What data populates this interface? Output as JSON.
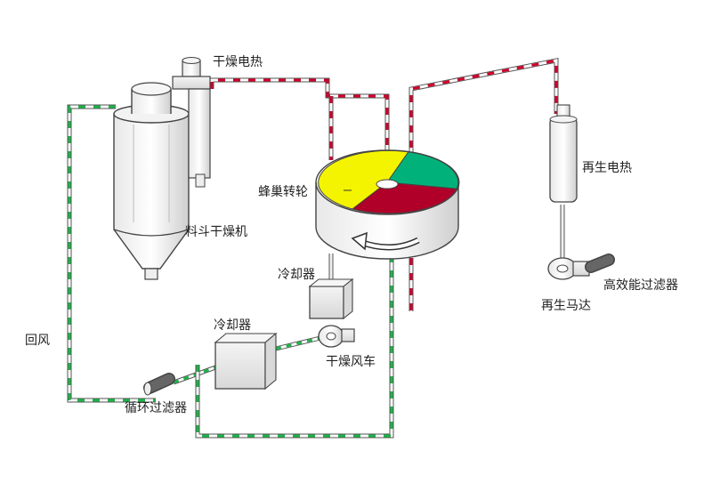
{
  "labels": {
    "dryer_heater": "干燥电热",
    "honeycomb_rotor": "蜂巢转轮",
    "hopper_dryer": "料斗干燥机",
    "cooler_upper": "冷却器",
    "cooler_lower": "冷却器",
    "drying_blower": "干燥风车",
    "return_air": "回风",
    "circulation_filter": "循环过滤器",
    "regen_heater": "再生电热",
    "hepa_filter": "高效能过滤器",
    "regen_motor": "再生马达"
  },
  "colors": {
    "rotor_yellow": "#f4f400",
    "rotor_green": "#00b27a",
    "rotor_red": "#b0002a",
    "pipe_hot": "#d0002a",
    "pipe_cool": "#1db34a",
    "line": "#333333"
  }
}
